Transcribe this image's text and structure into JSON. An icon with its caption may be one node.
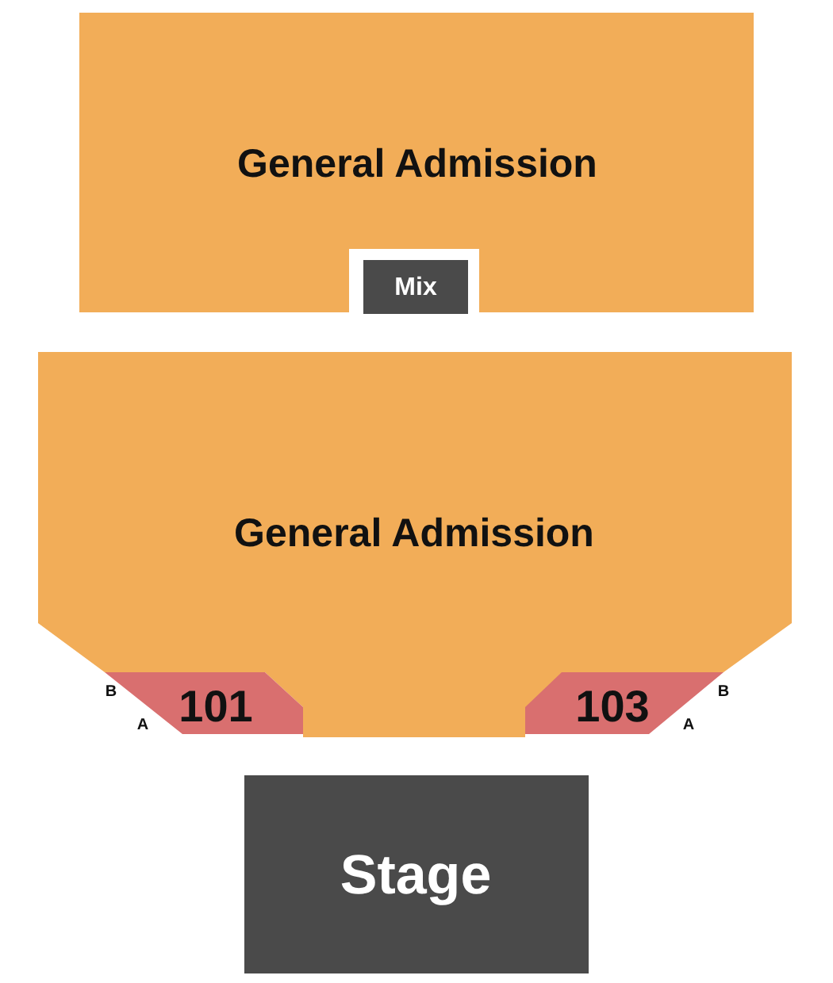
{
  "diagram": {
    "nodes": [
      {
        "text": [
          "General Admission"
        ]
      },
      {
        "text": [
          "Mix"
        ]
      },
      {
        "text": [
          "General Admission"
        ]
      },
      {
        "text": [
          "101"
        ],
        "beside": [
          "B",
          "A"
        ]
      },
      {
        "text": [
          "103"
        ],
        "beside": [
          "A",
          "B"
        ]
      },
      {
        "text": [
          "Stage"
        ]
      }
    ]
  }
}
